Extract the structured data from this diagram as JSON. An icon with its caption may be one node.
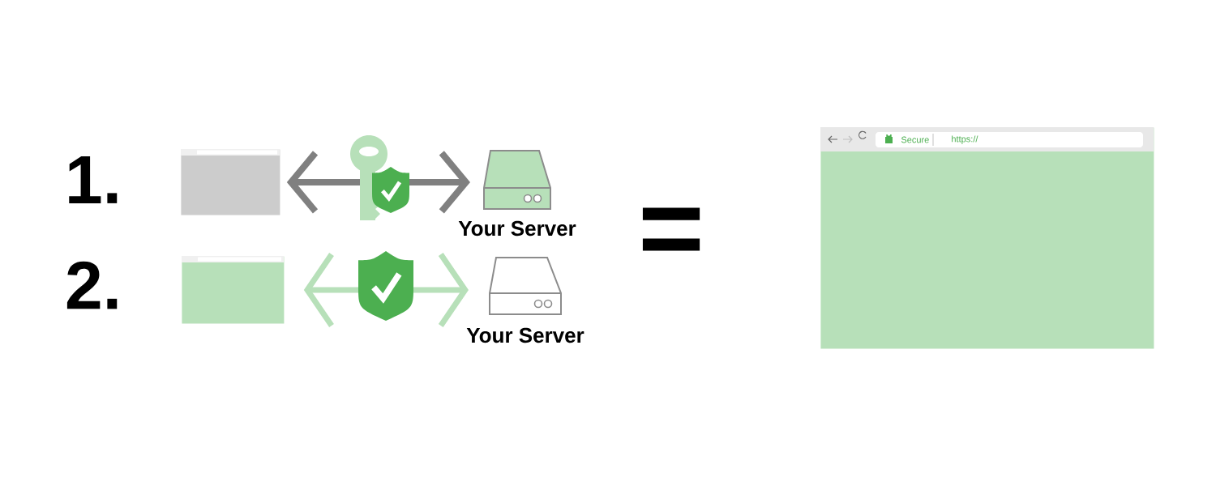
{
  "diagram": {
    "nodes": [
      {
        "text": [],
        "shape": "box"
      },
      {
        "text": [
          "Your Server"
        ]
      },
      {
        "text": [],
        "shape": "box"
      },
      {
        "text": [
          "Your Server"
        ]
      },
      {
        "text": [
          "Secure",
          "https://"
        ]
      }
    ],
    "edges": [
      {
        "from": 0,
        "to": 1,
        "arrow": "both",
        "color": "#808080"
      },
      {
        "from": 2,
        "to": 3,
        "arrow": "both",
        "color": "#b7e0b9"
      }
    ],
    "labels": [
      "1.",
      "2.",
      "="
    ]
  }
}
